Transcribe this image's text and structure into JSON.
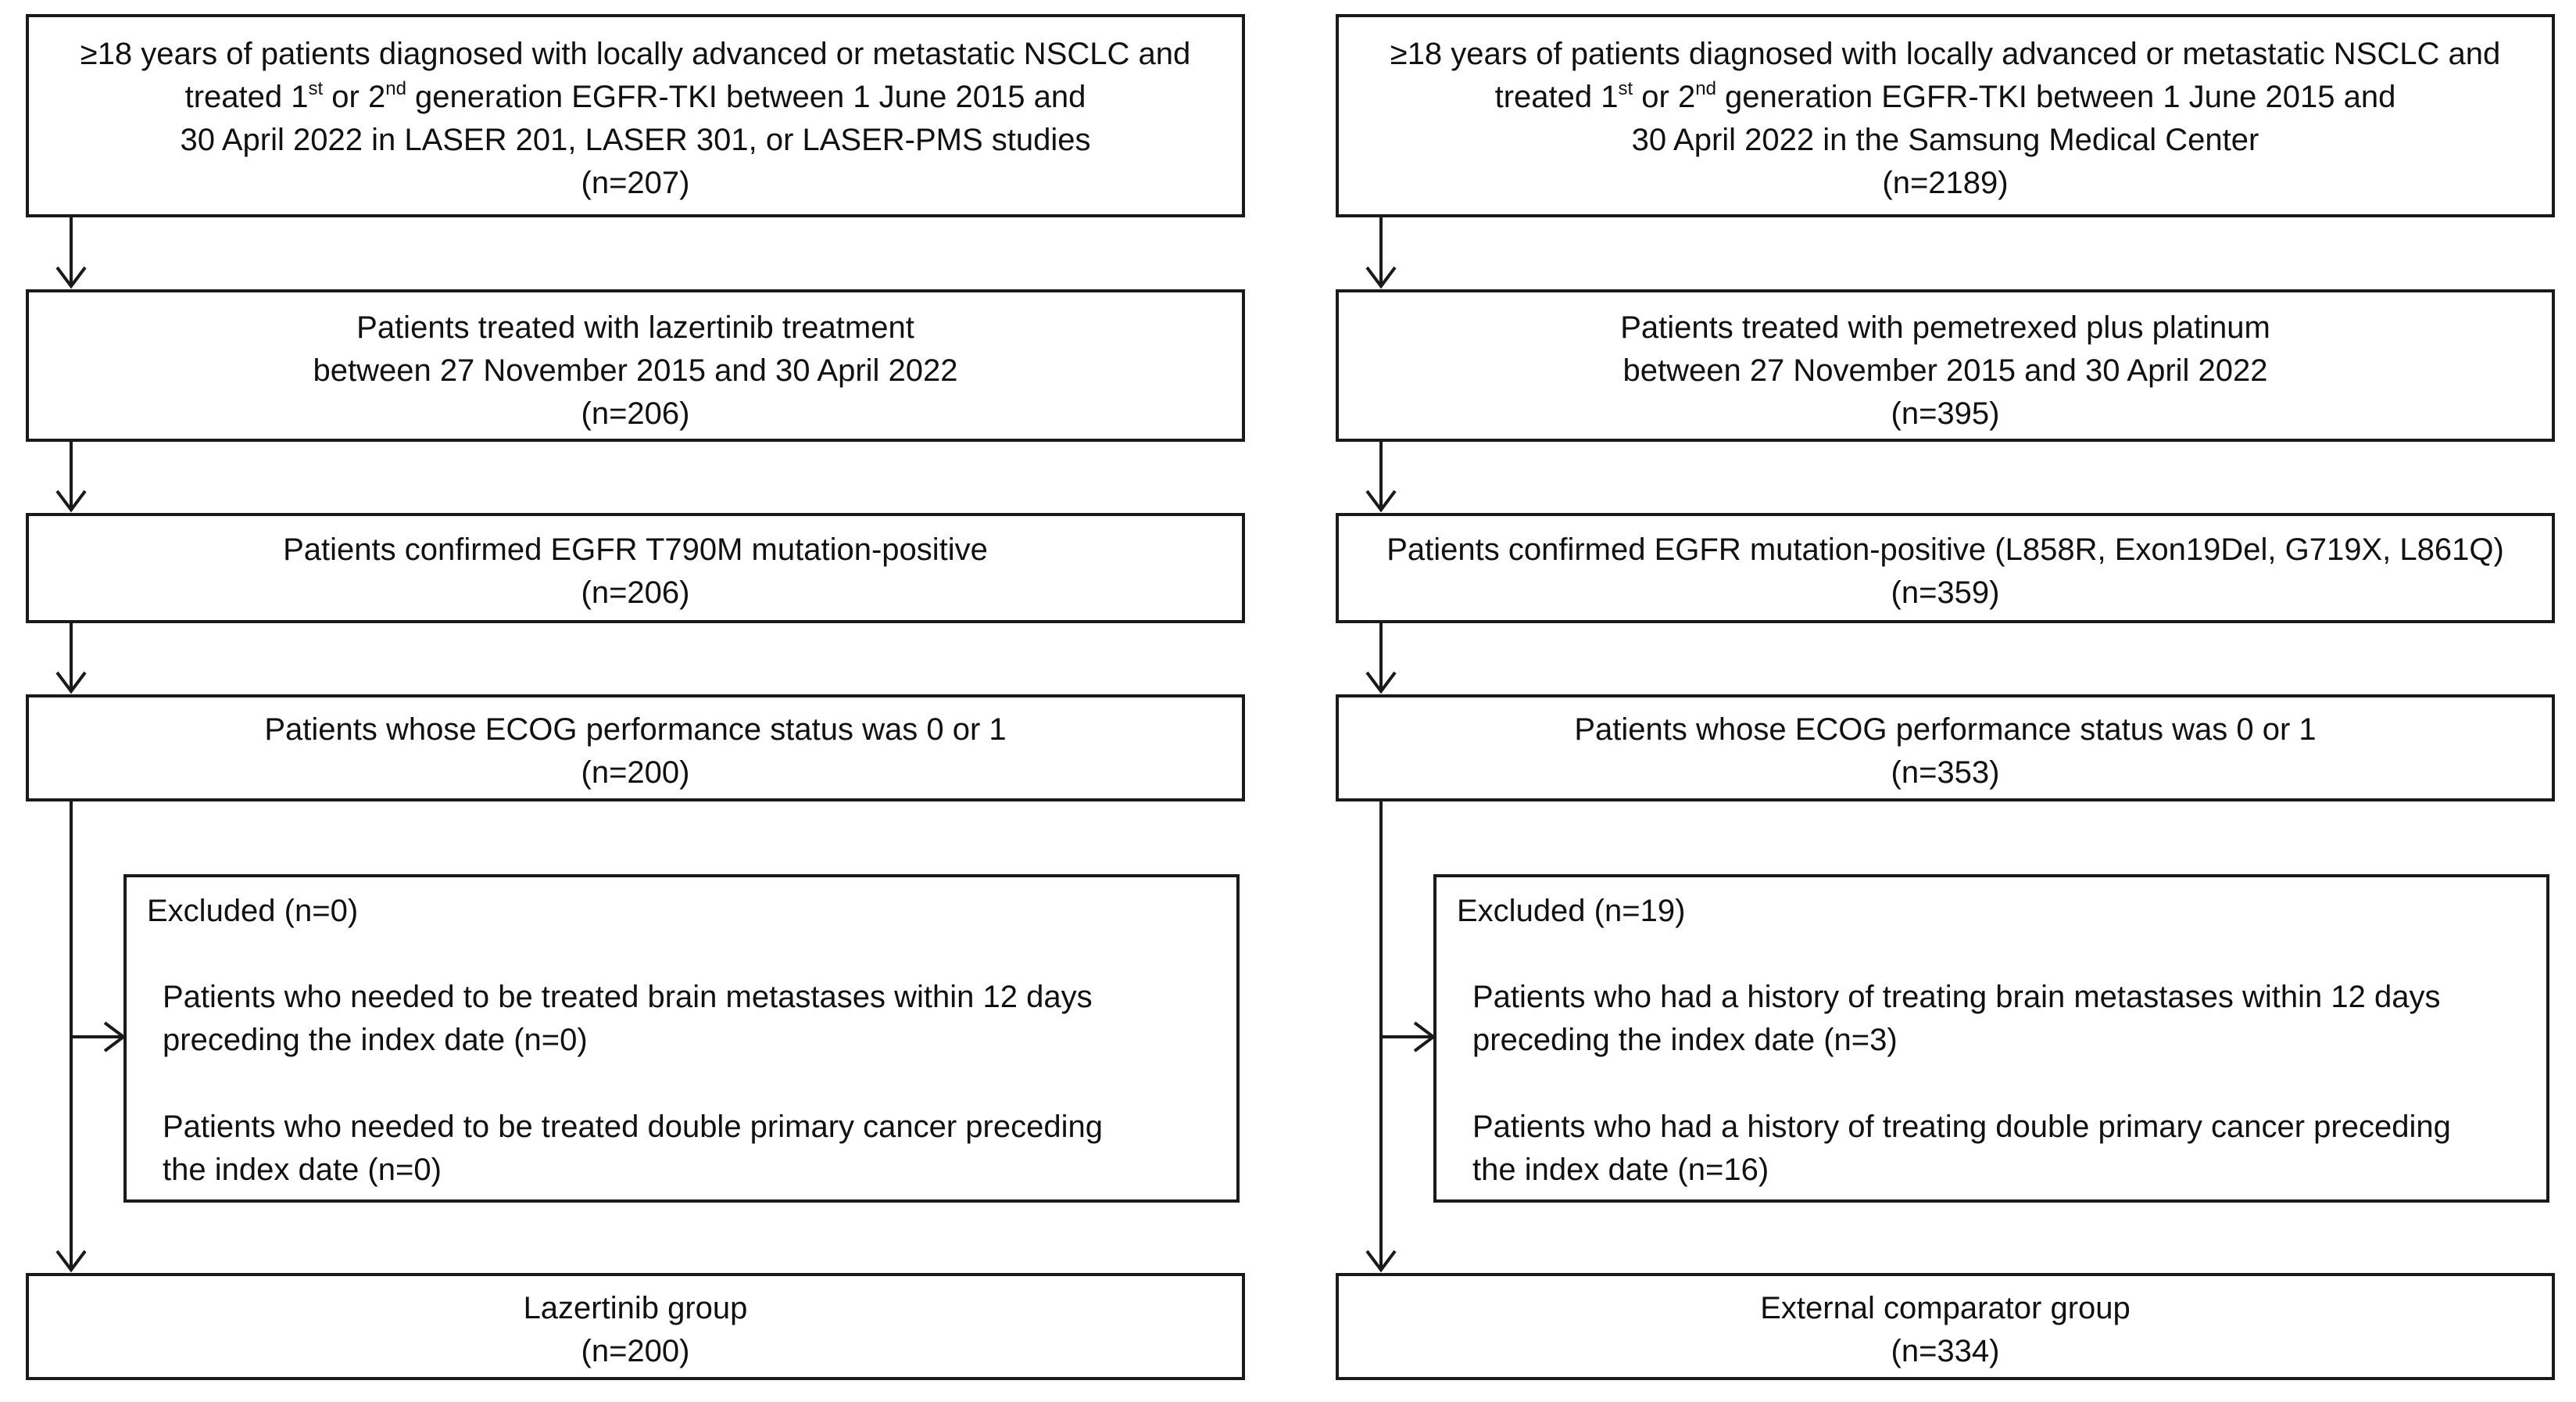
{
  "left": {
    "eligibility": {
      "line1": "≥18 years of patients diagnosed with locally advanced or metastatic NSCLC and",
      "line2_pre": "treated 1",
      "line2_sup1": "st",
      "line2_mid": " or 2",
      "line2_sup2": "nd",
      "line2_post": " generation EGFR-TKI between 1 June 2015 and",
      "line3": "30 April 2022 in LASER 201, LASER 301, or LASER-PMS studies",
      "n": "(n=207)"
    },
    "treatment": {
      "line1": "Patients treated with lazertinib treatment",
      "line2": "between 27 November 2015 and 30 April 2022",
      "n": "(n=206)"
    },
    "mutation": {
      "line1": "Patients confirmed EGFR T790M mutation-positive",
      "n": "(n=206)"
    },
    "ecog": {
      "line1": "Patients whose ECOG performance status was 0 or 1",
      "n": "(n=200)"
    },
    "excluded": {
      "title": "Excluded (n=0)",
      "item1_line1": "Patients who needed to be treated brain metastases within 12 days",
      "item1_line2": "preceding the index date (n=0)",
      "item2_line1": "Patients who needed to be treated double primary cancer preceding",
      "item2_line2": "the index date (n=0)"
    },
    "final": {
      "line1": "Lazertinib group",
      "n": "(n=200)"
    }
  },
  "right": {
    "eligibility": {
      "line1": "≥18 years of patients diagnosed with locally advanced or metastatic NSCLC and",
      "line2_pre": "treated 1",
      "line2_sup1": "st",
      "line2_mid": " or 2",
      "line2_sup2": "nd",
      "line2_post": " generation EGFR-TKI between 1 June 2015 and",
      "line3": "30 April 2022 in the Samsung Medical Center",
      "n": "(n=2189)"
    },
    "treatment": {
      "line1": "Patients treated with pemetrexed plus platinum",
      "line2": "between 27 November 2015 and 30 April 2022",
      "n": "(n=395)"
    },
    "mutation": {
      "line1": "Patients confirmed EGFR mutation-positive (L858R, Exon19Del, G719X, L861Q)",
      "n": "(n=359)"
    },
    "ecog": {
      "line1": "Patients whose ECOG performance status was 0 or 1",
      "n": "(n=353)"
    },
    "excluded": {
      "title": "Excluded (n=19)",
      "item1_line1": "Patients who had a history of treating brain metastases within 12 days",
      "item1_line2": "preceding the index date (n=3)",
      "item2_line1": "Patients who had a history of treating double primary cancer preceding",
      "item2_line2": "the index date (n=16)"
    },
    "final": {
      "line1": "External comparator group",
      "n": "(n=334)"
    }
  }
}
